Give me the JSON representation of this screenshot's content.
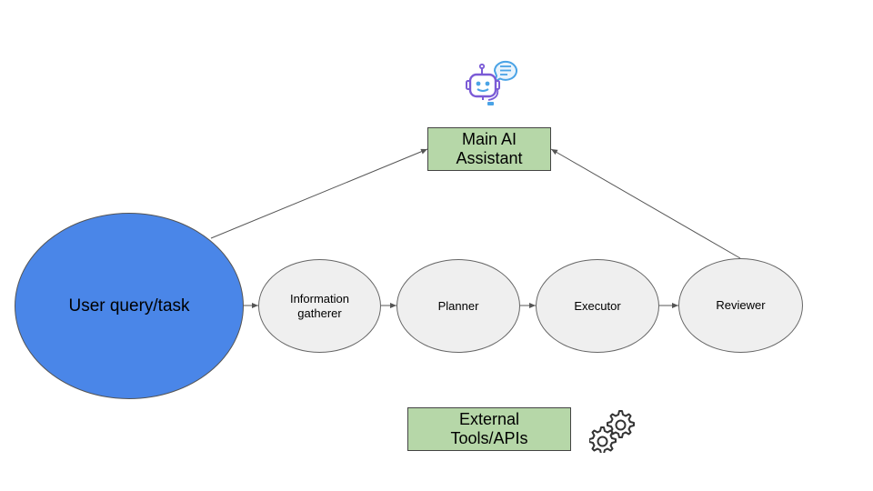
{
  "diagram": {
    "main_assistant": "Main AI\nAssistant",
    "external_tools": "External\nTools/APIs",
    "user_task": "User query/task",
    "stages": [
      "Information\ngatherer",
      "Planner",
      "Executor",
      "Reviewer"
    ]
  },
  "colors": {
    "user_fill": "#4a86e8",
    "box_fill": "#b6d7a8",
    "stage_fill": "#efefef",
    "robot_icon": "#7b5bd6",
    "bubble_icon": "#4aa3e6"
  },
  "icons": [
    "robot-assistant-icon",
    "gears-icon"
  ]
}
